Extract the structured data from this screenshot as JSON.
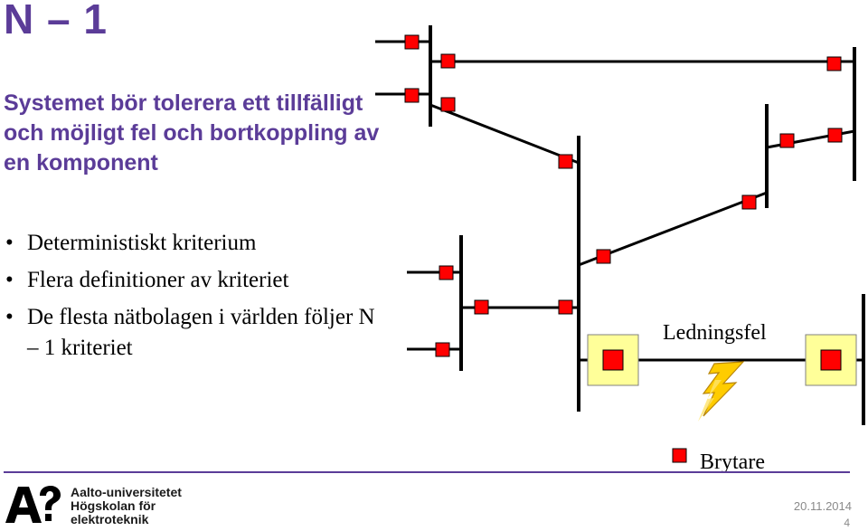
{
  "slide": {
    "title": "N – 1",
    "lead": "Systemet bör tolerera ett tillfälligt och möjligt fel och bortkoppling av en komponent",
    "bullets": [
      "Deterministiskt kriterium",
      "Flera definitioner av kriteriet",
      "De flesta nätbolagen i världen följer N – 1 kriteriet"
    ]
  },
  "diagram": {
    "fault_label": "Ledningsfel",
    "breaker_legend": "Brytare",
    "colors": {
      "breaker": "#ff0000",
      "breaker_open_box": "#ffff99",
      "line": "#000000",
      "lightning": "#ffcc00"
    },
    "icons": [
      "breaker-icon",
      "lightning-icon"
    ]
  },
  "footer": {
    "org_lines": [
      "Aalto-universitetet",
      "Högskolan för",
      "elektroteknik"
    ],
    "date": "20.11.2014",
    "page": "4",
    "accent": "#5b3c98"
  }
}
